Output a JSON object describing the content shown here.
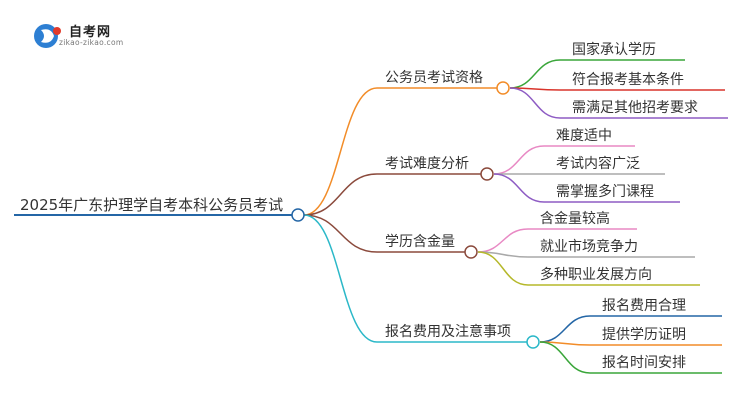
{
  "logo": {
    "name": "自考网",
    "url": "zikao-zikao.com"
  },
  "mindmap": {
    "root": "2025年广东护理学自考本科公务员考试",
    "branches": [
      {
        "label": "公务员考试资格",
        "color": "#f28c28",
        "children": [
          {
            "label": "国家承认学历",
            "color": "#3aa63a"
          },
          {
            "label": "符合报考基本条件",
            "color": "#d9342b"
          },
          {
            "label": "需满足其他招考要求",
            "color": "#8e5cc4"
          }
        ]
      },
      {
        "label": "考试难度分析",
        "color": "#8b4a3c",
        "children": [
          {
            "label": "难度适中",
            "color": "#e889c4"
          },
          {
            "label": "考试内容广泛",
            "color": "#a9a9a9"
          },
          {
            "label": "需掌握多门课程",
            "color": "#8e5cc4"
          }
        ]
      },
      {
        "label": "学历含金量",
        "color": "#8b4a3c",
        "children": [
          {
            "label": "含金量较高",
            "color": "#e889c4"
          },
          {
            "label": "就业市场竞争力",
            "color": "#a9a9a9"
          },
          {
            "label": "多种职业发展方向",
            "color": "#b5b82a"
          }
        ]
      },
      {
        "label": "报名费用及注意事项",
        "color": "#2bb8c8",
        "children": [
          {
            "label": "报名费用合理",
            "color": "#2466a6"
          },
          {
            "label": "提供学历证明",
            "color": "#f28c28"
          },
          {
            "label": "报名时间安排",
            "color": "#3aa63a"
          }
        ]
      }
    ]
  }
}
